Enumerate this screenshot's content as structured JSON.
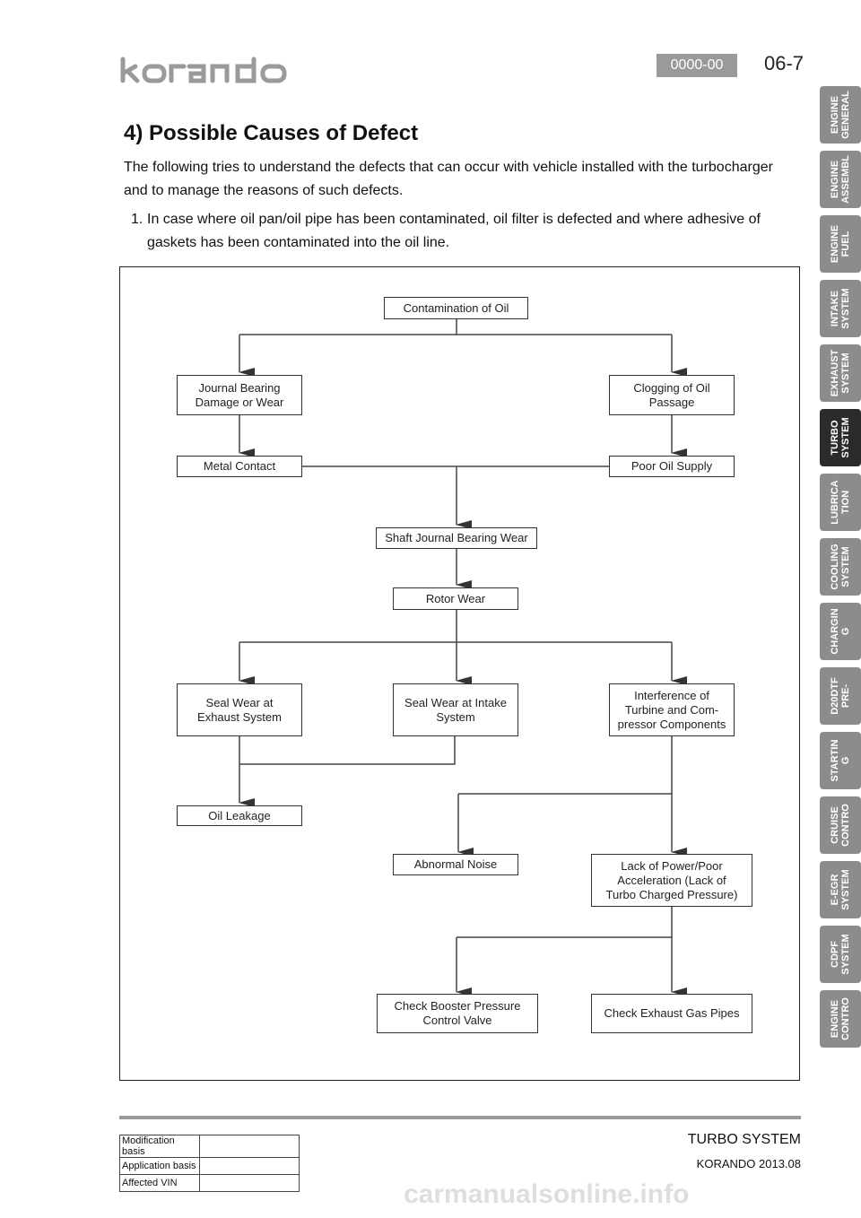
{
  "header": {
    "brand": "korando",
    "code": "0000-00",
    "page_number": "06-7"
  },
  "section_title": "4) Possible Causes of Defect",
  "intro": "The following tries to understand the defects that can occur with vehicle installed with the turbocharger and to manage the reasons of such defects.",
  "list": [
    {
      "number": "1.",
      "text": "In case where oil pan/oil pipe has been contaminated, oil filter is defected and where adhesive of gaskets has been contaminated into the oil line."
    }
  ],
  "diagram": {
    "boxes": {
      "contamination": "Contamination   of  Oil",
      "journal_bearing": "Journal Bearing\nDamage or Wear",
      "clogging": "Clogging of Oil\nPassage",
      "metal_contact": "Metal  Contact",
      "poor_oil": "Poor  Oil  Supply",
      "shaft_wear": "Shaft Journal Bearing Wear",
      "rotor_wear": "Rotor  Wear",
      "seal_exhaust": "Seal  Wear  at\nExhaust  System",
      "seal_intake": "Seal  Wear  at  Intake\nSystem",
      "interference": "Interference of\nTurbine and Com-\npressor  Components",
      "oil_leakage": "Oil  Leakage",
      "abnormal_noise": "Abnormal  Noise",
      "lack_power": "Lack  of  Power/Poor\nAcceleration  (Lack  of\nTurbo Charged Pressure)",
      "check_booster": "Check  Booster  Pressure\nControl Valve",
      "check_exhaust": "Check  Exhaust  Gas  Pipes"
    }
  },
  "tabs": [
    {
      "label": "ENGINE\nGENERAL",
      "active": false
    },
    {
      "label": "ENGINE\nASSEMBL",
      "active": false
    },
    {
      "label": "ENGINE\nFUEL",
      "active": false
    },
    {
      "label": "INTAKE\nSYSTEM",
      "active": false
    },
    {
      "label": "EXHAUST\nSYSTEM",
      "active": false
    },
    {
      "label": "TURBO\nSYSTEM",
      "active": true
    },
    {
      "label": "LUBRICA\nTION",
      "active": false
    },
    {
      "label": "COOLING\nSYSTEM",
      "active": false
    },
    {
      "label": "CHARGIN\nG",
      "active": false
    },
    {
      "label": "D20DTF\nPRE-",
      "active": false
    },
    {
      "label": "STARTIN\nG",
      "active": false
    },
    {
      "label": "CRUISE\nCONTRO",
      "active": false
    },
    {
      "label": "E-EGR\nSYSTEM",
      "active": false
    },
    {
      "label": "CDPF\nSYSTEM",
      "active": false
    },
    {
      "label": "ENGINE\nCONTRO",
      "active": false
    }
  ],
  "footer": {
    "table": [
      {
        "label": "Modification basis",
        "value": ""
      },
      {
        "label": "Application basis",
        "value": ""
      },
      {
        "label": "Affected VIN",
        "value": ""
      }
    ],
    "section": "TURBO SYSTEM",
    "model": "KORANDO 2013.08",
    "watermark": "carmanualsonline.info"
  }
}
